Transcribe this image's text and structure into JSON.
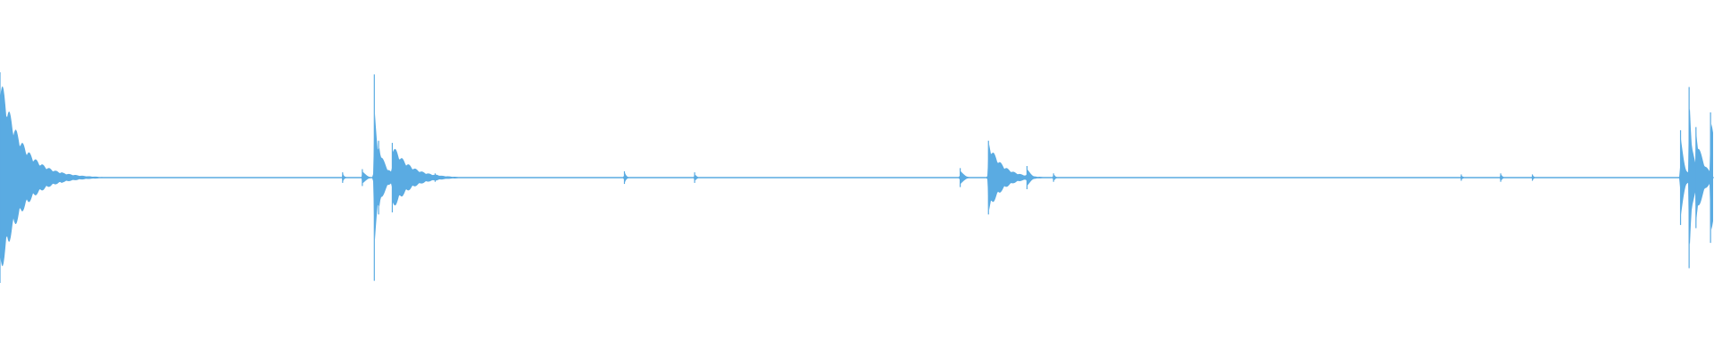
{
  "colors": {
    "background": "#ffffff",
    "waveform": "#5aabe2"
  },
  "chart_data": {
    "type": "area",
    "title": "",
    "xlabel": "",
    "ylabel": "",
    "grid": false,
    "xlim": [
      0,
      1
    ],
    "ylim": [
      -1,
      1
    ],
    "baseline_amplitude": 0.006,
    "events": [
      {
        "t": 0.0,
        "amp": 1.0,
        "decay": 0.012
      },
      {
        "t": 0.011,
        "amp": 0.08,
        "decay": 0.002
      },
      {
        "t": 0.036,
        "amp": 0.05,
        "decay": 0.001
      },
      {
        "t": 0.2,
        "amp": 0.05,
        "decay": 0.001
      },
      {
        "t": 0.2115,
        "amp": 0.08,
        "decay": 0.002
      },
      {
        "t": 0.2185,
        "amp": 0.98,
        "decay": 0.0015
      },
      {
        "t": 0.221,
        "amp": 0.35,
        "decay": 0.004
      },
      {
        "t": 0.229,
        "amp": 0.33,
        "decay": 0.01
      },
      {
        "t": 0.254,
        "amp": 0.04,
        "decay": 0.003
      },
      {
        "t": 0.3645,
        "amp": 0.06,
        "decay": 0.001
      },
      {
        "t": 0.4055,
        "amp": 0.05,
        "decay": 0.001
      },
      {
        "t": 0.5605,
        "amp": 0.09,
        "decay": 0.002
      },
      {
        "t": 0.577,
        "amp": 0.35,
        "decay": 0.008
      },
      {
        "t": 0.5995,
        "amp": 0.11,
        "decay": 0.002
      },
      {
        "t": 0.615,
        "amp": 0.04,
        "decay": 0.001
      },
      {
        "t": 0.853,
        "amp": 0.03,
        "decay": 0.001
      },
      {
        "t": 0.876,
        "amp": 0.04,
        "decay": 0.001
      },
      {
        "t": 0.8945,
        "amp": 0.03,
        "decay": 0.001
      },
      {
        "t": 0.981,
        "amp": 0.45,
        "decay": 0.002
      },
      {
        "t": 0.986,
        "amp": 0.86,
        "decay": 0.002
      },
      {
        "t": 0.99,
        "amp": 0.48,
        "decay": 0.004
      },
      {
        "t": 0.9985,
        "amp": 0.62,
        "decay": 0.004
      }
    ]
  }
}
